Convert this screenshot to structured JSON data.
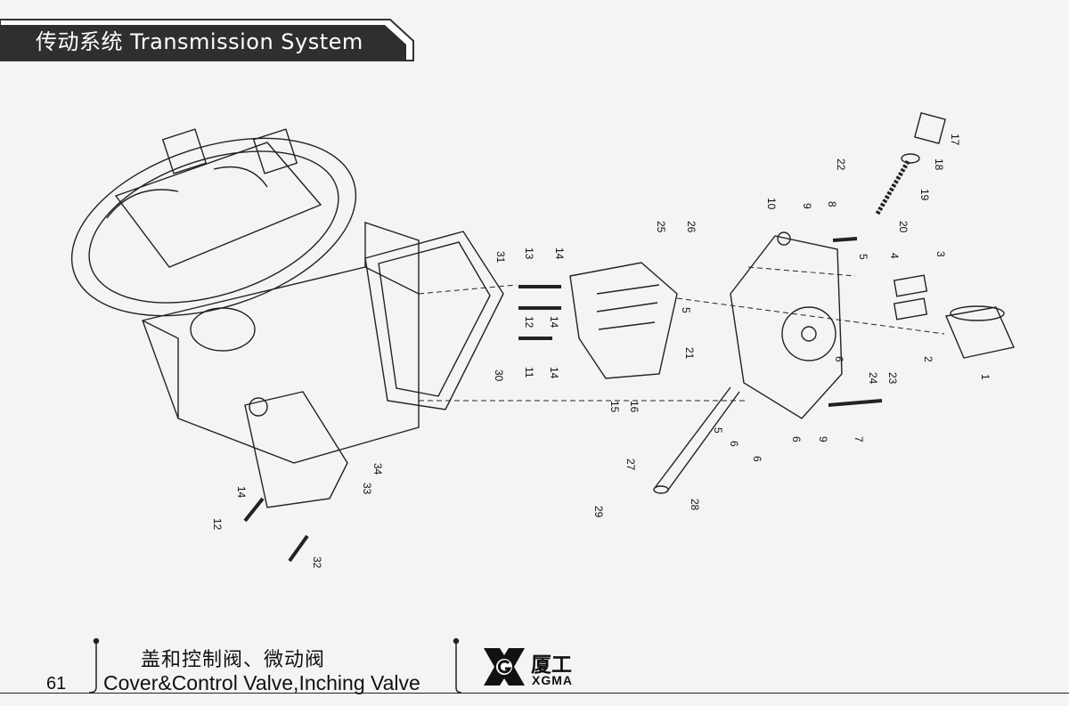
{
  "header": {
    "title": "传动系统 Transmission System"
  },
  "callouts": [
    "1",
    "2",
    "3",
    "4",
    "5",
    "5",
    "5",
    "6",
    "6",
    "6",
    "6",
    "7",
    "8",
    "9",
    "9",
    "10",
    "11",
    "12",
    "12",
    "13",
    "14",
    "14",
    "14",
    "14",
    "15",
    "16",
    "17",
    "18",
    "19",
    "20",
    "21",
    "22",
    "23",
    "24",
    "25",
    "26",
    "27",
    "28",
    "29",
    "30",
    "31",
    "32",
    "33",
    "34"
  ],
  "footer": {
    "page_number": "61",
    "caption_cn": "盖和控制阀、微动阀",
    "caption_en": "Cover&Control Valve,Inching Valve",
    "brand_cn": "厦工",
    "brand_en": "XGMA"
  }
}
